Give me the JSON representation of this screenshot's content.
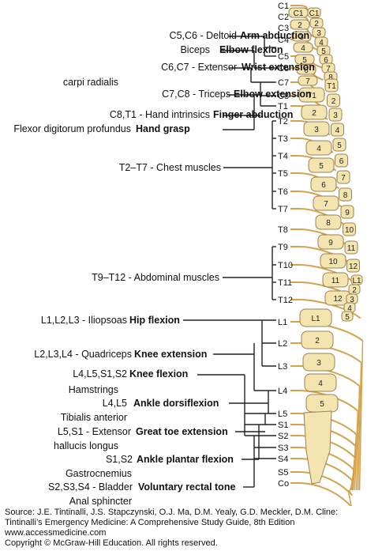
{
  "segments": {
    "cervical": [
      "C1",
      "C2",
      "C3",
      "C4",
      "C5",
      "C6",
      "C7",
      "C8"
    ],
    "thoracic": [
      "T1",
      "T2",
      "T3",
      "T4",
      "T5",
      "T6",
      "T7",
      "T8",
      "T9",
      "T10",
      "T11",
      "T12"
    ],
    "lumbar": [
      "L1",
      "L2",
      "L3",
      "L4",
      "L5"
    ],
    "sacral": [
      "S1",
      "S2",
      "S3",
      "S4",
      "S5"
    ],
    "coccygeal": [
      "Co"
    ]
  },
  "vertebra_numbers": {
    "cervical": [
      "C1",
      "2",
      "3",
      "4",
      "5",
      "6",
      "7"
    ],
    "cervical_side": [
      "C1",
      "2",
      "3",
      "4",
      "5",
      "6",
      "7",
      "8"
    ],
    "thoracic": [
      "T1",
      "2",
      "3",
      "4",
      "5",
      "6",
      "7",
      "8",
      "9",
      "10",
      "11",
      "12"
    ],
    "thoracic_side": [
      "T1",
      "2",
      "3",
      "4",
      "5",
      "6",
      "7",
      "8",
      "9",
      "10",
      "11",
      "12"
    ],
    "lumbar": [
      "L1",
      "2",
      "3",
      "4",
      "5"
    ],
    "lumbar_side": [
      "L1",
      "2",
      "3",
      "4",
      "5"
    ]
  },
  "labels": {
    "c5c6": {
      "root": "C5,C6 - Deltoid",
      "action": "Arm abduction"
    },
    "biceps": {
      "root": "Biceps",
      "action": "Elbow flexion"
    },
    "c6c7": {
      "root": "C6,C7 - Extensor",
      "action": "Wrist extension"
    },
    "carpi": {
      "root": "carpi radialis"
    },
    "c7c8": {
      "root": "C7,C8 - Triceps",
      "action": "Elbow extension"
    },
    "c8t1": {
      "root": "C8,T1 - Hand intrinsics",
      "action": "Finger abduction"
    },
    "flexor": {
      "root": "Flexor digitorum profundus",
      "action": "Hand grasp"
    },
    "t2t7": {
      "root": "T2–T7 - Chest muscles"
    },
    "t9t12": {
      "root": "T9–T12 - Abdominal muscles"
    },
    "l1l3": {
      "root": "L1,L2,L3 - Iliopsoas",
      "action": "Hip flexion"
    },
    "l2l4": {
      "root": "L2,L3,L4 - Quadriceps",
      "action": "Knee extension"
    },
    "l4s2": {
      "root": "L4,L5,S1,S2",
      "action": "Knee flexion"
    },
    "hamstrings": {
      "root": "Hamstrings"
    },
    "l4l5": {
      "root": "L4,L5",
      "action": "Ankle dorsiflexion"
    },
    "tibialis": {
      "root": "Tibialis anterior"
    },
    "l5s1": {
      "root": "L5,S1 - Extensor",
      "action": "Great toe extension"
    },
    "hallucis": {
      "root": "hallucis longus"
    },
    "s1s2": {
      "root": "S1,S2",
      "action": "Ankle plantar flexion"
    },
    "gastro": {
      "root": "Gastrocnemius"
    },
    "s2s4": {
      "root": "S2,S3,S4 - Bladder",
      "action": "Voluntary rectal tone"
    },
    "anal": {
      "root": "Anal sphincter"
    }
  },
  "source": {
    "line1": "Source: J.E. Tintinalli, J.S. Stapczynski, O.J. Ma, D.M. Yealy, G.D. Meckler, D.M. Cline:",
    "line2": "Tintinalli’s Emergency Medicine: A Comprehensive Study Guide, 8th Edition",
    "line3": "www.accessmedicine.com",
    "line4": "Copyright © McGraw-Hill Education.  All rights reserved."
  },
  "colors": {
    "nerve": "#d4a24c",
    "bone": "#f4e4b0",
    "bone_edge": "#9a8250",
    "line": "#222222"
  }
}
